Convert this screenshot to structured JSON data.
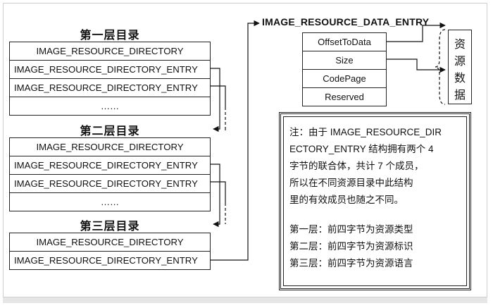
{
  "levels": [
    {
      "title": "第一层目录",
      "rows": [
        "IMAGE_RESOURCE_DIRECTORY",
        "IMAGE_RESOURCE_DIRECTORY_ENTRY",
        "IMAGE_RESOURCE_DIRECTORY_ENTRY",
        "……"
      ]
    },
    {
      "title": "第二层目录",
      "rows": [
        "IMAGE_RESOURCE_DIRECTORY",
        "IMAGE_RESOURCE_DIRECTORY_ENTRY",
        "IMAGE_RESOURCE_DIRECTORY_ENTRY",
        "……"
      ]
    },
    {
      "title": "第三层目录",
      "rows": [
        "IMAGE_RESOURCE_DIRECTORY",
        "IMAGE_RESOURCE_DIRECTORY_ENTRY"
      ]
    }
  ],
  "data_entry": {
    "title": "IMAGE_RESOURCE_DATA_ENTRY",
    "fields": [
      "OffsetToData",
      "Size",
      "CodePage",
      "Reserved"
    ]
  },
  "resource_box": [
    "资",
    "源",
    "数",
    "据"
  ],
  "note": {
    "line1": "注：由于 IMAGE_RESOURCE_DIR",
    "line2": "ECTORY_ENTRY 结构拥有两个 4",
    "line3": "字节的联合体，共计 7 个成员，",
    "line4": "所以在不同资源目录中此结构",
    "line5": "里的有效成员也随之不同。",
    "line6": "第一层：前四字节为资源类型",
    "line7": "第二层：前四字节为资源标识",
    "line8": "第三层：前四字节为资源语言"
  }
}
